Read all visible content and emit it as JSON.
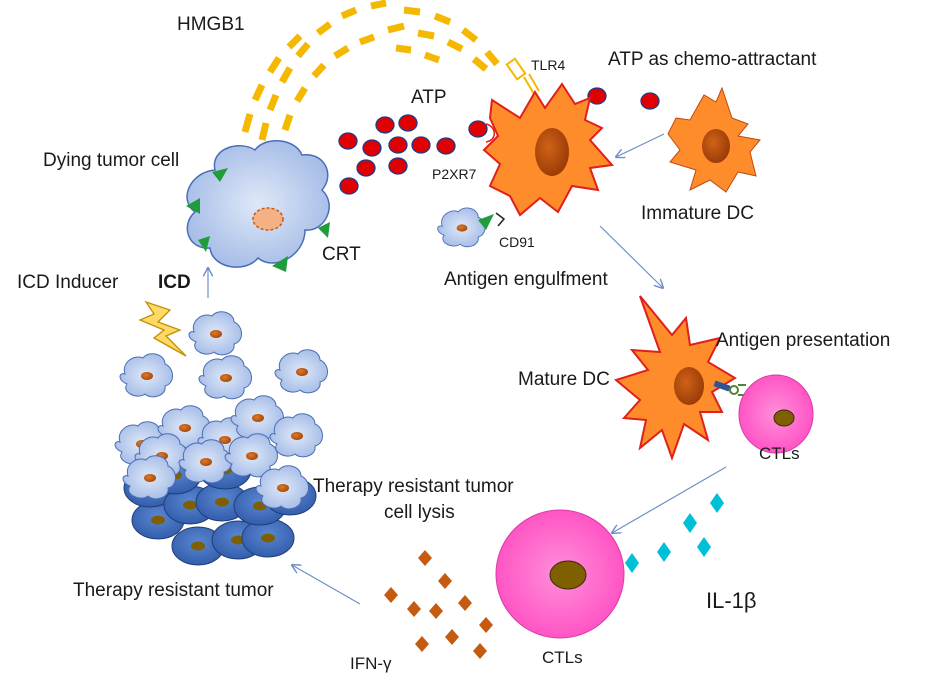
{
  "labels": {
    "hmgb1": "HMGB1",
    "tlr4": "TLR4",
    "atp_chemo": "ATP as chemo-attractant",
    "atp": "ATP",
    "dying_tumor_cell": "Dying tumor cell",
    "p2xr7": "P2XR7",
    "immature_dc": "Immature DC",
    "crt": "CRT",
    "cd91": "CD91",
    "icd_inducer": "ICD Inducer",
    "icd": "ICD",
    "antigen_engulfment": "Antigen engulfment",
    "antigen_presentation": "Antigen presentation",
    "mature_dc": "Mature DC",
    "ctls_upper": "CTLs",
    "therapy_resistant_lysis_line1": "Therapy resistant tumor",
    "therapy_resistant_lysis_line2": "cell lysis",
    "il1b": "IL-1β",
    "therapy_resistant_tumor": "Therapy resistant tumor",
    "ifn_gamma": "IFN-γ",
    "ctls_lower": "CTLs"
  },
  "colors": {
    "tumor_cell_light": "#b4c7e7",
    "tumor_cell_dark": "#4472c4",
    "nucleus": "#c55a11",
    "dc_fill": "#ff8c2a",
    "dc_border": "#e0201b",
    "atp_red": "#e00000",
    "atp_border": "#1f3b8c",
    "hmgb1_yellow": "#f5b800",
    "crt_green": "#1f9d3a",
    "ctl_pink": "#ff66cc",
    "ctl_nucleus": "#7f6000",
    "il1b_cyan": "#00c0d8",
    "ifn_brown": "#c55a11",
    "arrow_blue": "#6d8fc7"
  },
  "icons": {
    "lightning": "lightning-bolt-icon"
  }
}
